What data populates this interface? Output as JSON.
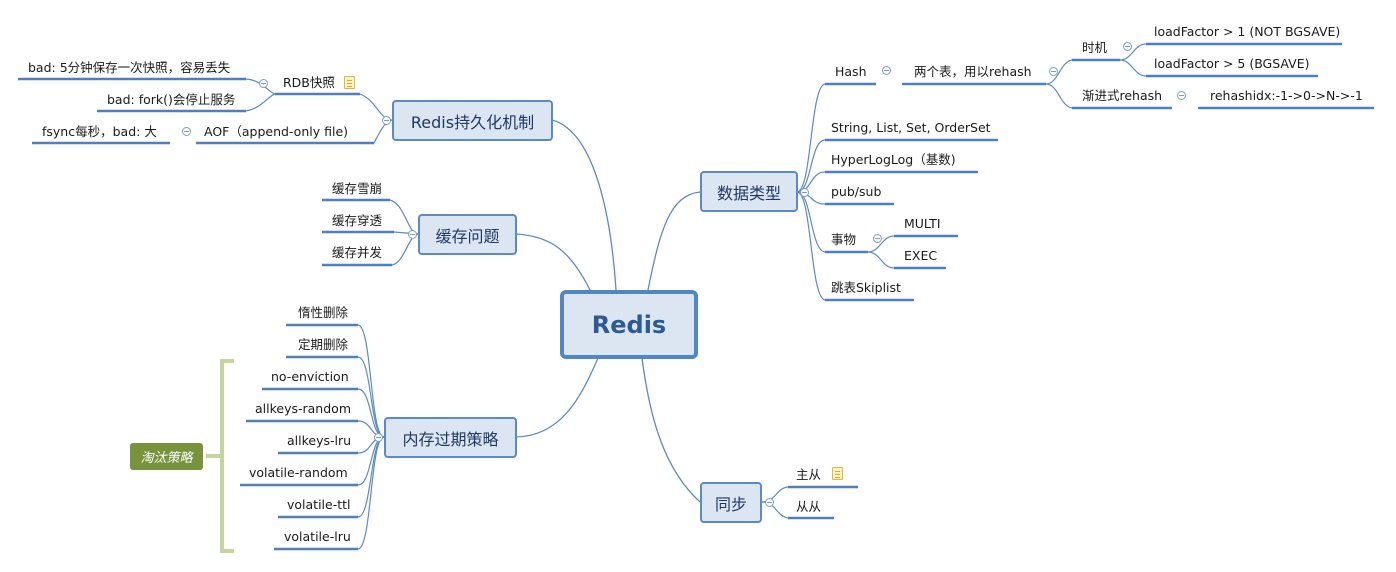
{
  "central": "Redis",
  "topics": {
    "persistence": "Redis持久化机制",
    "cache": "缓存问题",
    "memory": "内存过期策略",
    "datatypes": "数据类型",
    "sync": "同步"
  },
  "persistence": {
    "rdb": "RDB快照",
    "rdb_bad_1": "bad: 5分钟保存一次快照，容易丢失",
    "rdb_bad_2": "bad: fork()会停止服务",
    "aof": "AOF（append-only file)",
    "aof_detail": "fsync每秒，bad: 大"
  },
  "cache": {
    "items": [
      "缓存雪崩",
      "缓存穿透",
      "缓存并发"
    ]
  },
  "memory": {
    "items": [
      "惰性删除",
      "定期删除",
      "no-enviction",
      "allkeys-random",
      "allkeys-lru",
      "volatile-random",
      "volatile-ttl",
      "volatile-lru"
    ],
    "summary": "淘汰策略"
  },
  "datatypes": {
    "hash": "Hash",
    "two_tables": "两个表，用以rehash",
    "timing": "时机",
    "lf1": "loadFactor > 1 (NOT BGSAVE)",
    "lf5": "loadFactor > 5 (BGSAVE)",
    "progressive": "渐进式rehash",
    "rehashidx": "rehashidx:-1->0->N->-1",
    "string_list": "String, List, Set, OrderSet",
    "hyperloglog": "HyperLogLog（基数)",
    "pubsub": "pub/sub",
    "transaction": "事物",
    "multi": "MULTI",
    "exec": "EXEC",
    "skiplist": "跳表Skiplist"
  },
  "sync": {
    "master_slave": "主从",
    "slave_slave": "从从"
  },
  "colors": {
    "line": "#5b8ac6",
    "topic_fill": "#dce6f2",
    "summary_fill": "#77933c",
    "summary_bracket": "#c3d69b"
  }
}
